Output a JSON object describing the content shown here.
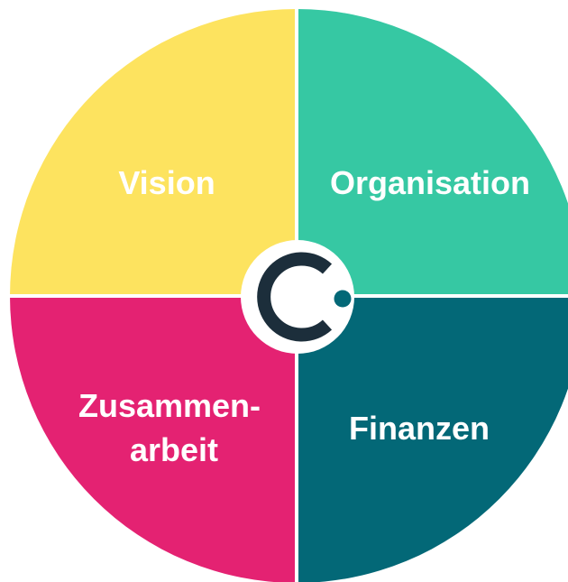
{
  "segments": [
    {
      "id": "vision",
      "lines": [
        "Vision"
      ],
      "color": "#FDE35F"
    },
    {
      "id": "organisation",
      "lines": [
        "Organisation"
      ],
      "color": "#36C8A3"
    },
    {
      "id": "zusammenarbeit",
      "lines": [
        "Zusammen-",
        "arbeit"
      ],
      "color": "#E42272"
    },
    {
      "id": "finanzen",
      "lines": [
        "Finanzen"
      ],
      "color": "#036877"
    }
  ],
  "logo": {
    "icon": "c-dot-logo-icon",
    "ring_color": "#FFFFFF",
    "letter_color": "#1C2E3B",
    "dot_color": "#036877"
  }
}
